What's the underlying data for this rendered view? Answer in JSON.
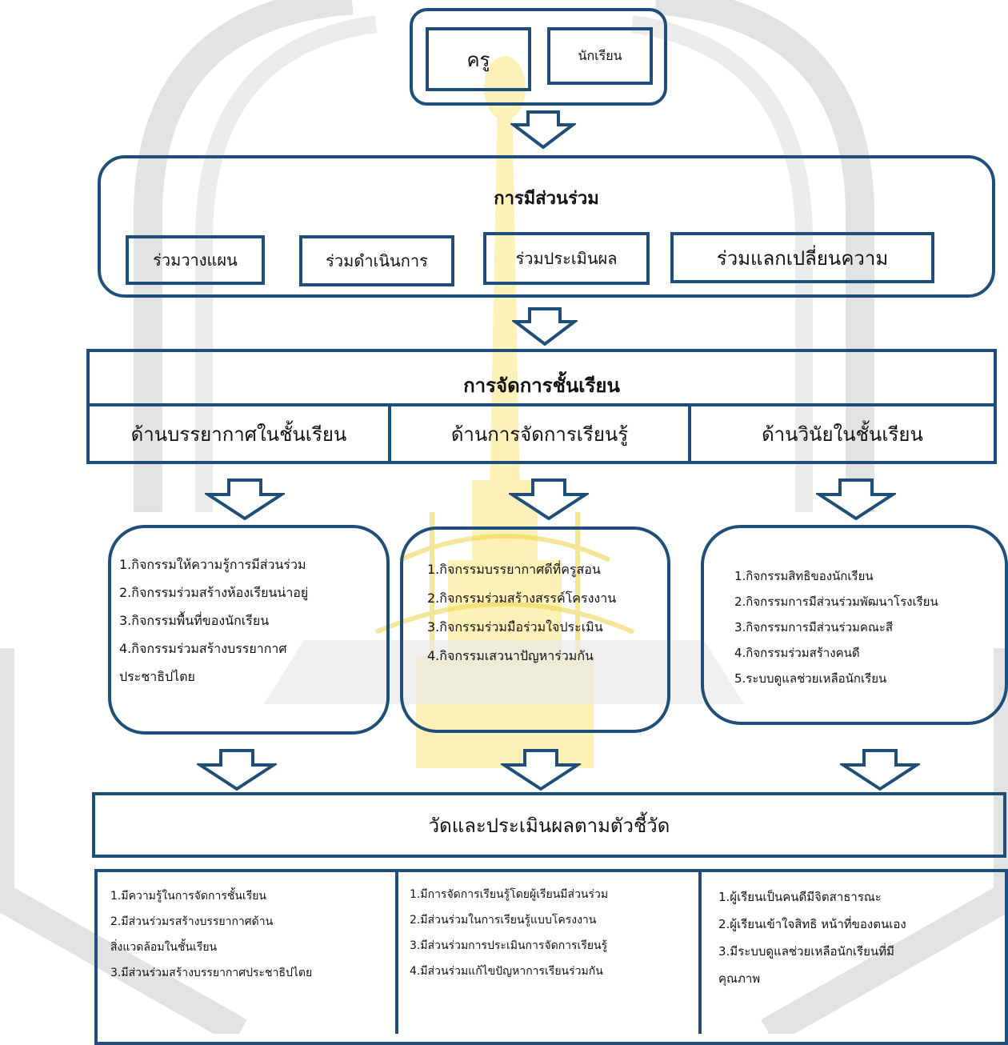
{
  "top_group": {
    "roles": [
      "ครู",
      "นักเรียน"
    ]
  },
  "participation": {
    "title": "การมีส่วนร่วม",
    "items": [
      "ร่วมวางแผน",
      "ร่วมดำเนินการ",
      "ร่วมประเมินผล",
      "ร่วมแลกเปลี่ยนความ"
    ]
  },
  "classroom_management": {
    "title": "การจัดการชั้นเรียน",
    "aspects": [
      "ด้านบรรยากาศในชั้นเรียน",
      "ด้านการจัดการเรียนรู้",
      "ด้านวินัยในชั้นเรียน"
    ]
  },
  "activities": [
    {
      "items": [
        "1.กิจกรรมให้ความรู้การมีส่วนร่วม",
        "2.กิจกรรมร่วมสร้างห้องเรียนน่าอยู่",
        "3.กิจกรรมพื้นที่ของนักเรียน",
        "4.กิจกรรมร่วมสร้างบรรยากาศ",
        "ประชาธิปไตย"
      ]
    },
    {
      "items": [
        "1.กิจกรรมบรรยากาศดีที่ครูสอน",
        "2.กิจกรรมร่วมสร้างสรรค์โครงงาน",
        "3.กิจกรรมร่วมมือร่วมใจประเมิน",
        "4.กิจกรรมเสวนาปัญหาร่วมกัน"
      ]
    },
    {
      "items": [
        "1.กิจกรรมสิทธิของนักเรียน",
        "2.กิจกรรมการมีส่วนร่วมพัฒนาโรงเรียน",
        "3.กิจกรรมการมีส่วนร่วมคณะสี",
        "4.กิจกรรมร่วมสร้างคนดี",
        "5.ระบบดูแลช่วยเหลือนักเรียน"
      ]
    }
  ],
  "evaluation": {
    "title": "วัดและประเมินผลตามตัวชี้วัด",
    "columns": [
      {
        "items": [
          "1.มีความรู้ในการจัดการชั้นเรียน",
          "2.มีส่วนร่วมรสร้างบรรยากาศด้าน",
          "สิ่งแวดล้อมในชั้นเรียน",
          "3.มีส่วนร่วมสร้างบรรยากาศประชาธิปไตย"
        ]
      },
      {
        "items": [
          "1.มีการจัดการเรียนรู้โดยผู้เรียนมีส่วนร่วม",
          "2.มีส่วนร่วมในการเรียนรู้แบบโครงงาน",
          "3.มีส่วนร่วมการประเมินการจัดการเรียนรู้",
          "4.มีส่วนร่วมแก้ไขปัญหาการเรียนร่วมกัน"
        ]
      },
      {
        "items": [
          "1.ผู้เรียนเป็นคนดีมีจิตสาธารณะ",
          "2.ผู้เรียนเข้าใจสิทธิ หน้าที่ของตนเอง",
          "3.มีระบบดูแลช่วยเหลือนักเรียนที่มี",
          "คุณภาพ"
        ]
      }
    ]
  },
  "colors": {
    "border": "#1f4e79",
    "watermark_gray": "#c8c8c8",
    "watermark_gold": "#f7e27a"
  }
}
